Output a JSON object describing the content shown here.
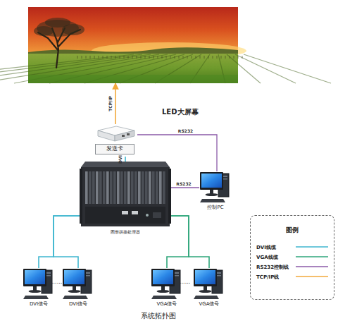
{
  "diagram": {
    "caption": "系统拓扑图",
    "nodes": [
      {
        "text": [
          "LED大屏幕"
        ]
      },
      {
        "text": [
          "发送卡"
        ]
      },
      {
        "text": [
          "图形拼接处理器"
        ]
      },
      {
        "text": [
          "控制PC"
        ]
      },
      {
        "text": [
          "DVI信号"
        ]
      },
      {
        "text": [
          "DVI信号"
        ]
      },
      {
        "text": [
          "VGA信号"
        ]
      },
      {
        "text": [
          "VGA信号"
        ]
      }
    ],
    "edges": [
      {
        "from": 1,
        "to": 0,
        "arrow": "to",
        "label": "TCP/IP"
      },
      {
        "from": 2,
        "to": 1,
        "arrow": "none",
        "label": "DVI"
      },
      {
        "from": 3,
        "to": 1,
        "arrow": "none",
        "label": "RS232"
      },
      {
        "from": 3,
        "to": 2,
        "arrow": "none",
        "label": "RS232"
      },
      {
        "from": 4,
        "to": 2,
        "arrow": "none"
      },
      {
        "from": 5,
        "to": 2,
        "arrow": "none"
      },
      {
        "from": 6,
        "to": 2,
        "arrow": "none"
      },
      {
        "from": 7,
        "to": 2,
        "arrow": "none"
      }
    ],
    "labels": [
      "......",
      "......",
      "图例"
    ],
    "legend": [
      {
        "text": "DVI线缆"
      },
      {
        "text": "VGA线缆"
      },
      {
        "text": "RS232控制线"
      },
      {
        "text": "TCP/IP线"
      }
    ]
  }
}
